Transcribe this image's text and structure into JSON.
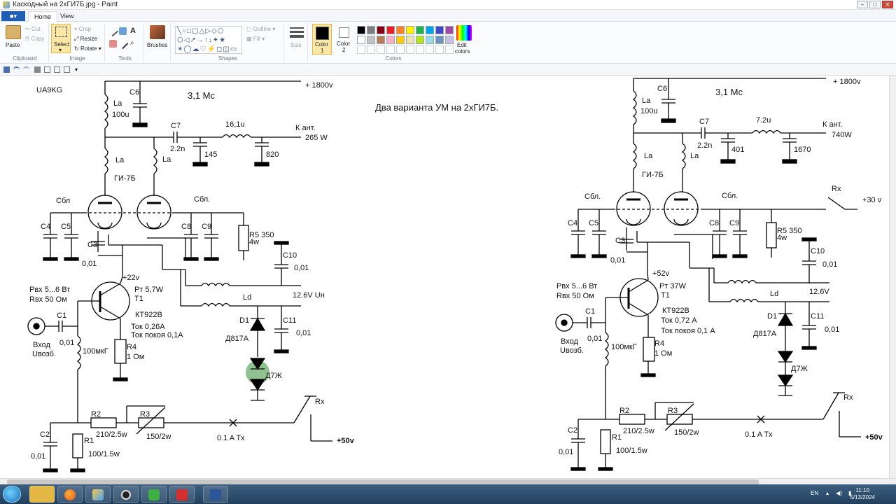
{
  "window": {
    "title": "Каскодный на 2хГИ7Б.jpg - Paint"
  },
  "tabs": {
    "file": "■▾",
    "home": "Home",
    "view": "View"
  },
  "ribbon": {
    "clipboard": {
      "paste": "Paste",
      "cut": "Cut",
      "copy": "Copy",
      "label": "Clipboard"
    },
    "image": {
      "select": "Select",
      "crop": "Crop",
      "resize": "Resize",
      "rotate": "Rotate",
      "label": "Image"
    },
    "tools": {
      "label": "Tools"
    },
    "brushes": {
      "label": "Brushes"
    },
    "shapes": {
      "outline": "Outline",
      "fill": "Fill",
      "label": "Shapes"
    },
    "size": {
      "label": "Size"
    },
    "colors": {
      "color1": "Color",
      "color1_num": "1",
      "color2": "Color",
      "color2_num": "2",
      "edit": "Edit",
      "edit2": "colors",
      "label": "Colors"
    }
  },
  "palette": [
    "#000000",
    "#7f7f7f",
    "#880015",
    "#ed1c24",
    "#ff7f27",
    "#fff200",
    "#22b14c",
    "#00a2e8",
    "#3f48cc",
    "#a349a4",
    "#ffffff",
    "#c3c3c3",
    "#b97a57",
    "#ffaec9",
    "#ffc90e",
    "#efe4b0",
    "#b5e61d",
    "#99d9ea",
    "#7092be",
    "#c8bfe7"
  ],
  "schematic": {
    "heading": "Два варианта УМ на 2хГИ7Б.",
    "callsign": "UA9KG",
    "left": {
      "supply": "+  1800v",
      "cap": "3,1 Mc",
      "c6": "C6",
      "la1": "La",
      "la1v": "100u",
      "c7": "C7",
      "c7v": "2.2n",
      "l": "16,1u",
      "ant1": "К ант.",
      "ant2": "265 W",
      "c145": "145",
      "c820": "820",
      "la2": "La",
      "la3": "La",
      "tube": "ГИ-7Б",
      "cbl1": "Сбл",
      "cbl2": "Сбл.",
      "c4": "C4",
      "c5": "C5",
      "c8": "C8",
      "c9": "C9",
      "r5": "R5 350",
      "r5w": "4w",
      "c3": "C3",
      "c3v": "0,01",
      "c10": "C10",
      "c10v": "0,01",
      "v22": "+22v",
      "pin": "Pвх 5...6 Вт",
      "rin": "Rвх 50 Ом",
      "pout": "Pт 5,7W",
      "t1": "T1",
      "kt": "КТ922В",
      "tok": "Ток 0,26A",
      "tokp": "Ток покоя 0,1A",
      "c1": "C1",
      "c1v": "0,01",
      "ld": "Ld",
      "un": "12.6V Uн",
      "d1": "D1",
      "d817": "Д817А",
      "c11": "C11",
      "c11v": "0,01",
      "d7": "Д7Ж",
      "ind": "100мкГ",
      "r4": "R4",
      "r4v": "1 Ом",
      "in1": "Вход",
      "in2": "Uвозб.",
      "rx": "Rx",
      "r2": "R2",
      "r2v": "210/2.5w",
      "r3": "R3",
      "r3v": "150/2w",
      "c2": "C2",
      "c2v": "0,01",
      "r1": "R1",
      "r1v": "100/1.5w",
      "tx": "0.1 A  Tx",
      "v50": "+50v"
    },
    "right": {
      "supply": "+  1800v",
      "cap": "3,1 Mc",
      "c6": "C6",
      "la1": "La",
      "la1v": "100u",
      "c7": "C7",
      "c7v": "2.2n",
      "l": "7.2u",
      "ant1": "К ант.",
      "ant2": "740W",
      "c401": "401",
      "c1670": "1670",
      "la2": "La",
      "la3": "La",
      "tube": "ГИ-7Б",
      "cbl1": "Сбл.",
      "cbl2": "Сбл.",
      "rx": "Rx",
      "v30": "+30 v",
      "c4": "C4",
      "c5": "C5",
      "c8": "C8",
      "c9": "C9",
      "r5": "R5 350",
      "r5w": "4w",
      "c3": "C3",
      "c3v": "0,01",
      "c10": "C10",
      "c10v": "0,01",
      "v52": "+52v",
      "pin": "Pвх 5...6 Вт",
      "rin": "Rвх 50 Ом",
      "pout": "Pт 37W",
      "t1": "T1",
      "kt": "КТ922В",
      "tok": "Ток 0,72 A",
      "tokp": "Ток покоя 0,1 A",
      "c1": "C1",
      "c1v": "0,01",
      "ld": "Ld",
      "un": "12.6V",
      "d1": "D1",
      "d817": "Д817А",
      "c11": "C11",
      "c11v": "0,01",
      "d7": "Д7Ж",
      "ind": "100мкГ",
      "r4": "R4",
      "r4v": "1 Ом",
      "in1": "Вход",
      "in2": "Uвозб.",
      "rx2": "Rx",
      "r2": "R2",
      "r2v": "210/2.5w",
      "r3": "R3",
      "r3v": "150/2w",
      "c2": "C2",
      "c2v": "0,01",
      "r1": "R1",
      "r1v": "100/1.5w",
      "tx": "0.1 A Tx",
      "v50": "+50v"
    }
  },
  "taskbar": {
    "lang": "EN",
    "time": "11:10",
    "date": "5/13/2024"
  }
}
